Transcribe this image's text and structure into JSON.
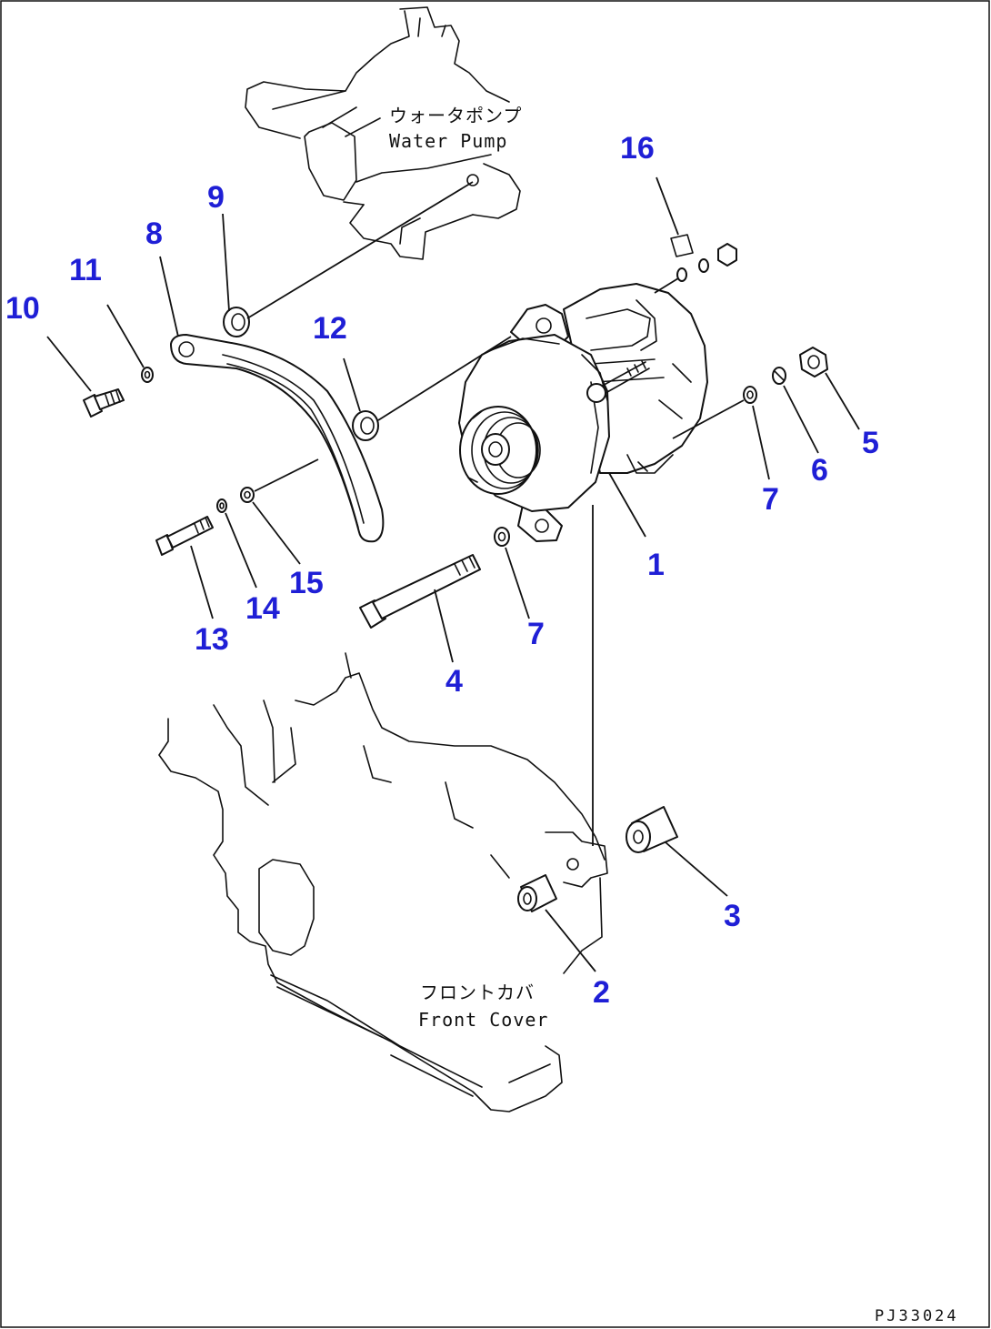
{
  "labels": {
    "water_pump_jp": "ウォータポンプ",
    "water_pump_en": "Water Pump",
    "front_cover_jp": "フロントカバ",
    "front_cover_en": "Front Cover",
    "doc_code": "PJ33024"
  },
  "part_numbers": {
    "p1": "1",
    "p2": "2",
    "p3": "3",
    "p4": "4",
    "p5": "5",
    "p6": "6",
    "p7a": "7",
    "p7b": "7",
    "p8": "8",
    "p9": "9",
    "p10": "10",
    "p11": "11",
    "p12": "12",
    "p13": "13",
    "p14": "14",
    "p15": "15",
    "p16": "16"
  },
  "colors": {
    "part_number": "#1f1fd6",
    "line": "#111111",
    "background": "#ffffff"
  }
}
